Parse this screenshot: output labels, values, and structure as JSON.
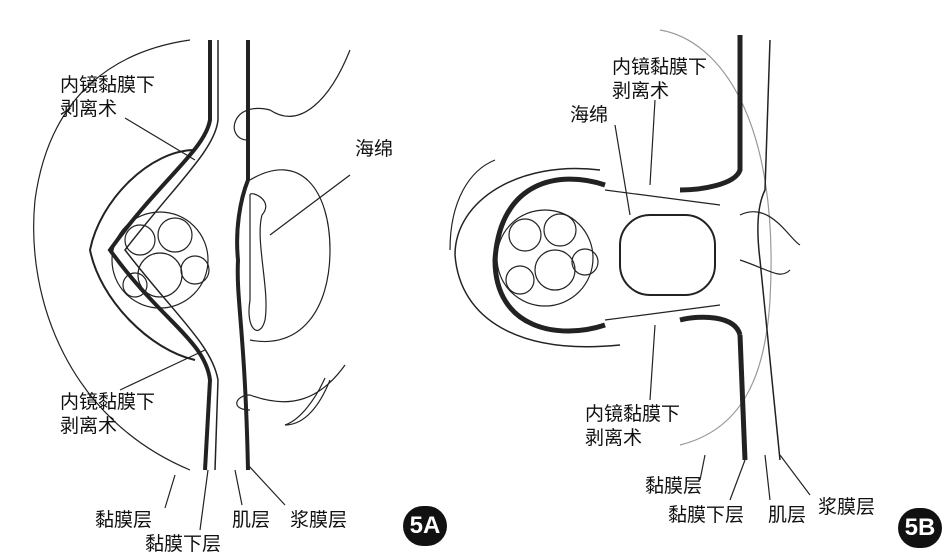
{
  "panel_a": {
    "esd_top": [
      "内镜黏膜下",
      "剥离术"
    ],
    "sponge": "海绵",
    "esd_bottom": [
      "内镜黏膜下",
      "剥离术"
    ],
    "mucosa": "黏膜层",
    "submucosa": "黏膜下层",
    "muscularis": "肌层",
    "serosa": "浆膜层",
    "badge": "5A"
  },
  "panel_b": {
    "esd_top": [
      "内镜黏膜下",
      "剥离术"
    ],
    "sponge": "海绵",
    "esd_bottom": [
      "内镜黏膜下",
      "剥离术"
    ],
    "mucosa": "黏膜层",
    "submucosa": "黏膜下层",
    "muscularis": "肌层",
    "serosa": "浆膜层",
    "badge": "5B"
  }
}
